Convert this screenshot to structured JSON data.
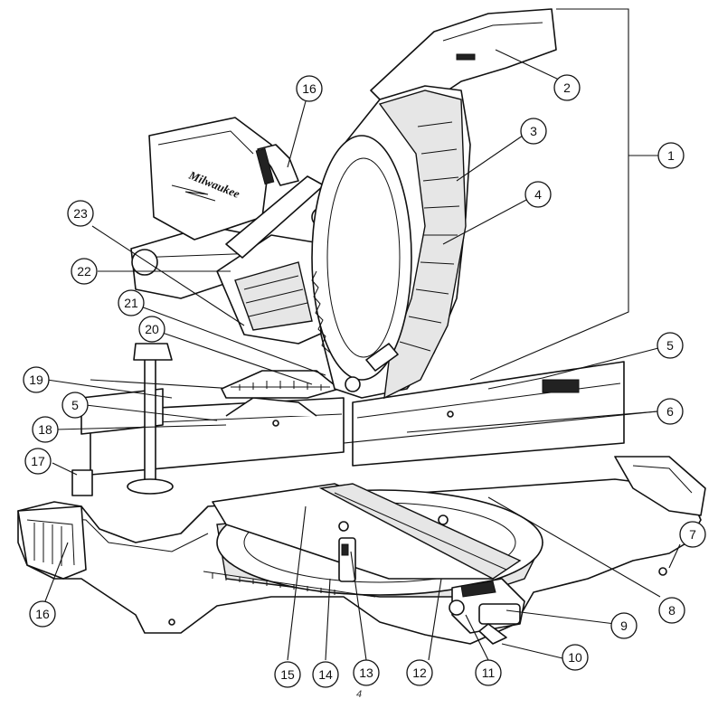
{
  "figure": {
    "brand_logo": "Milwaukee",
    "page_number": "4",
    "callouts": [
      {
        "id": "1",
        "label": "1"
      },
      {
        "id": "2",
        "label": "2"
      },
      {
        "id": "3",
        "label": "3"
      },
      {
        "id": "4",
        "label": "4"
      },
      {
        "id": "5a",
        "label": "5"
      },
      {
        "id": "5b",
        "label": "5"
      },
      {
        "id": "6",
        "label": "6"
      },
      {
        "id": "7",
        "label": "7"
      },
      {
        "id": "8",
        "label": "8"
      },
      {
        "id": "9",
        "label": "9"
      },
      {
        "id": "10",
        "label": "10"
      },
      {
        "id": "11",
        "label": "11"
      },
      {
        "id": "12",
        "label": "12"
      },
      {
        "id": "13",
        "label": "13"
      },
      {
        "id": "14",
        "label": "14"
      },
      {
        "id": "15",
        "label": "15"
      },
      {
        "id": "16a",
        "label": "16"
      },
      {
        "id": "16b",
        "label": "16"
      },
      {
        "id": "17",
        "label": "17"
      },
      {
        "id": "18",
        "label": "18"
      },
      {
        "id": "19",
        "label": "19"
      },
      {
        "id": "20",
        "label": "20"
      },
      {
        "id": "21",
        "label": "21"
      },
      {
        "id": "22",
        "label": "22"
      },
      {
        "id": "23",
        "label": "23"
      }
    ]
  }
}
